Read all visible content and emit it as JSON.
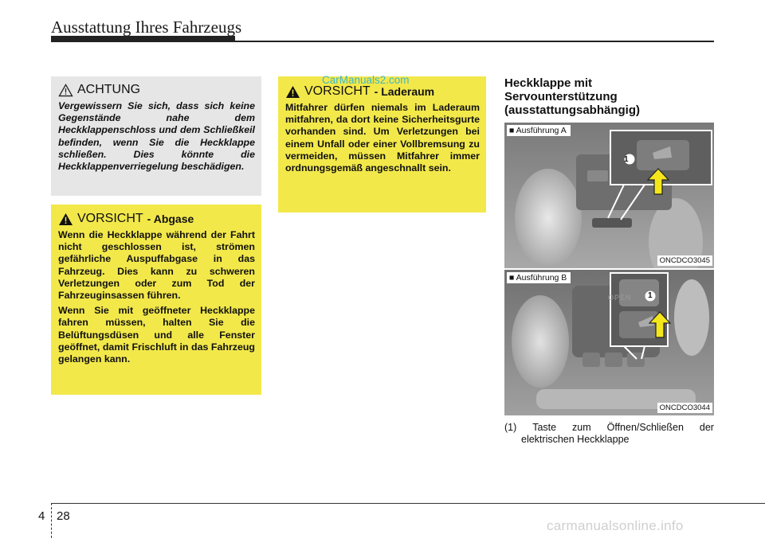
{
  "header": {
    "title": "Ausstattung Ihres Fahrzeugs"
  },
  "watermark": "CarManuals2.com",
  "achtung": {
    "title": "ACHTUNG",
    "text": "Vergewissern Sie sich, dass sich keine Gegenstände nahe dem Heckklappenschloss und dem Schließkeil befinden, wenn Sie die Heckklappe schließen. Dies könnte die Heckklappenverriegelung beschädigen."
  },
  "abgase": {
    "title": "VORSICHT",
    "subtitle": "- Abgase",
    "para1": "Wenn die Heckklappe während der Fahrt nicht geschlossen ist, strömen gefährliche Auspuffabgase in das Fahrzeug. Dies kann zu schweren Verletzungen oder zum Tod der Fahrzeuginsassen führen.",
    "para2": "Wenn Sie mit geöffneter Heckklappe fahren müssen, halten Sie die Belüftungsdüsen und alle Fenster geöffnet, damit Frischluft in das Fahrzeug gelangen kann."
  },
  "laderaum": {
    "title": "VORSICHT",
    "subtitle": "- Laderaum",
    "text": "Mitfahrer dürfen niemals im Laderaum mitfahren, da dort keine Sicherheitsgurte vorhanden sind. Um Verletzungen bei einem Unfall oder einer Vollbremsung zu vermeiden, müssen Mitfahrer immer ordnungsgemäß angeschnallt sein."
  },
  "section": {
    "title_line1": "Heckklappe mit",
    "title_line2": "Servounterstützung",
    "title_line3": "(ausstattungsabhängig)"
  },
  "figures": [
    {
      "tag": "■ Ausführung A",
      "code": "ONCDCO3045",
      "marker": "1",
      "panel_text": ""
    },
    {
      "tag": "■ Ausführung B",
      "code": "ONCDCO3044",
      "marker": "1",
      "panel_text": "OPEN"
    }
  ],
  "caption": {
    "num": "(1)",
    "w1": "Taste",
    "w2": "zum",
    "w3": "Öffnen/Schließen",
    "w4": "der",
    "line2": "elektrischen Heckklappe"
  },
  "footer": {
    "chapter": "4",
    "page": "28",
    "site": "carmanualsonline.info"
  },
  "colors": {
    "caution_yellow": "#f2e84a",
    "note_gray": "#e6e6e6",
    "arrow_yellow": "#f5e61c",
    "watermark_cyan": "#3fb7c9"
  },
  "icons": [
    "warning-triangle-icon",
    "warning-filled-icon",
    "arrow-up-icon"
  ]
}
